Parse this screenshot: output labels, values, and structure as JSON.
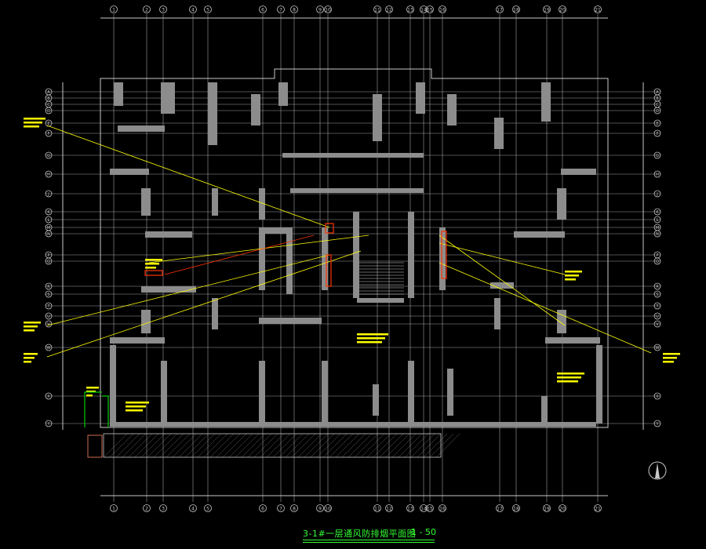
{
  "drawing": {
    "title": "3-1#一层通风防排烟平面图",
    "scale": "1 - 50",
    "colors": {
      "background": "#000000",
      "grid": "#c8c8c8",
      "wall": "#8c8c8c",
      "annotation": "#ffff00",
      "highlight": "#ff3300",
      "title": "#33ff33",
      "equipment": "#00cc00"
    },
    "column_axes": [
      "1",
      "2",
      "3",
      "4",
      "5",
      "6",
      "7",
      "8",
      "9",
      "10",
      "11",
      "12",
      "13",
      "14",
      "15",
      "16",
      "17",
      "18",
      "19",
      "20",
      "21"
    ],
    "row_axes": [
      "A",
      "B",
      "C",
      "D",
      "E",
      "F",
      "G",
      "H",
      "J",
      "K",
      "L",
      "M",
      "N",
      "P",
      "Q",
      "R",
      "S",
      "T",
      "U",
      "V",
      "W",
      "X",
      "Y"
    ]
  }
}
